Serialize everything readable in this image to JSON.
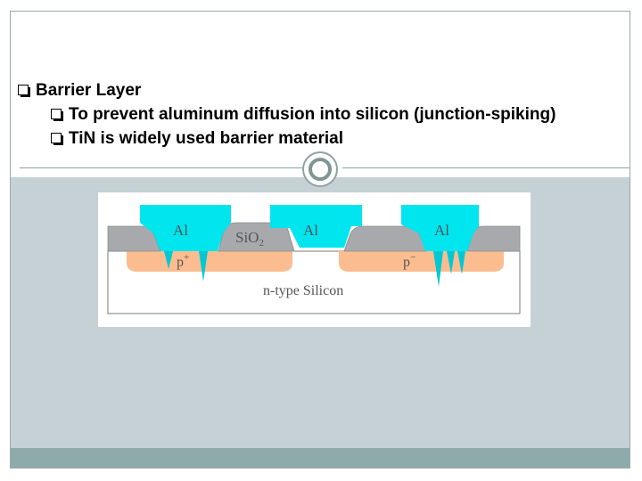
{
  "slide": {
    "bullets": [
      "Barrier Layer",
      "To prevent aluminum diffusion into silicon (junction-spiking)",
      "TiN is widely used barrier material"
    ]
  },
  "figure": {
    "labels": {
      "al_left": "Al",
      "al_middle": "Al",
      "al_right": "Al",
      "sio2_base": "SiO",
      "sio2_sub": "2",
      "p_plus_base": "p",
      "p_plus_sup": "+",
      "p_minus_base": "p",
      "p_minus_sup": "−",
      "substrate": "n-type Silicon"
    },
    "colors": {
      "aluminum": "#00e5ee",
      "oxide": "#a7a9ac",
      "p_region": "#fbbd8f",
      "substrate_bg": "#ffffff",
      "outline": "#7a7c7e"
    }
  },
  "theme": {
    "frame_border": "#9aaaa9",
    "panel": "#c6d1d5",
    "footer": "#8eaaab"
  }
}
